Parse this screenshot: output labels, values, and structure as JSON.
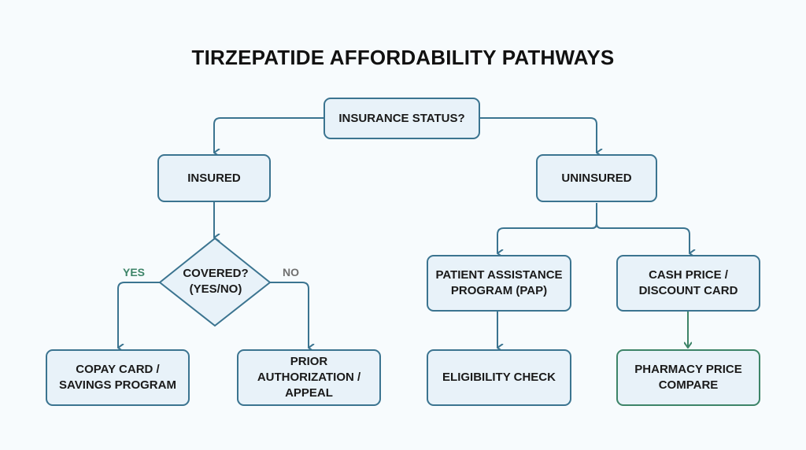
{
  "title": "TIRZEPATIDE AFFORDABILITY PATHWAYS",
  "colors": {
    "background": "#f7fbfd",
    "node_fill": "#e8f2f9",
    "node_border": "#3b7490",
    "green_border": "#3d8468",
    "yes_label": "#3d8468",
    "no_label": "#707070",
    "text": "#1a1a1a"
  },
  "nodes": {
    "insurance_status": "INSURANCE STATUS?",
    "insured": "INSURED",
    "uninsured": "UNINSURED",
    "covered": "COVERED?\n(YES/NO)",
    "copay_card": "COPAY CARD /\nSAVINGS PROGRAM",
    "prior_auth": "PRIOR\nAUTHORIZATION /\nAPPEAL",
    "pap": "PATIENT ASSISTANCE\nPROGRAM (PAP)",
    "cash_price": "CASH PRICE /\nDISCOUNT CARD",
    "eligibility": "ELIGIBILITY CHECK",
    "pharmacy": "PHARMACY PRICE\nCOMPARE"
  },
  "edge_labels": {
    "yes": "YES",
    "no": "NO"
  },
  "edges": [
    {
      "from": "insurance_status",
      "to": "insured"
    },
    {
      "from": "insurance_status",
      "to": "uninsured"
    },
    {
      "from": "insured",
      "to": "covered"
    },
    {
      "from": "covered",
      "to": "copay_card",
      "label": "YES"
    },
    {
      "from": "covered",
      "to": "prior_auth",
      "label": "NO"
    },
    {
      "from": "uninsured",
      "to": "pap"
    },
    {
      "from": "uninsured",
      "to": "cash_price"
    },
    {
      "from": "pap",
      "to": "eligibility"
    },
    {
      "from": "cash_price",
      "to": "pharmacy"
    }
  ]
}
